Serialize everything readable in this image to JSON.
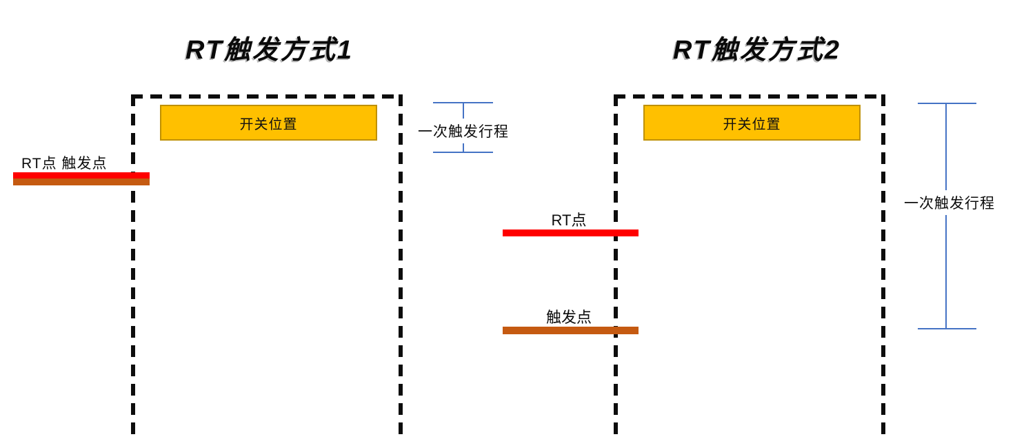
{
  "diagram1": {
    "title": "RT触发方式1",
    "switch_label": "开关位置",
    "trigger_label": "RT点 触发点",
    "stroke_label": "一次触发行程"
  },
  "diagram2": {
    "title": "RT触发方式2",
    "switch_label": "开关位置",
    "rt_label": "RT点",
    "trigger_label": "触发点",
    "stroke_label": "一次触发行程"
  },
  "colors": {
    "rt-line": "#FF0000",
    "trigger-line": "#C55A11",
    "switch-fill": "#FFC000",
    "switch-border": "#BF9000",
    "measure-line": "#4472C4",
    "dash-color": "#0D0D0D",
    "title-color": "#0A0A0A"
  }
}
